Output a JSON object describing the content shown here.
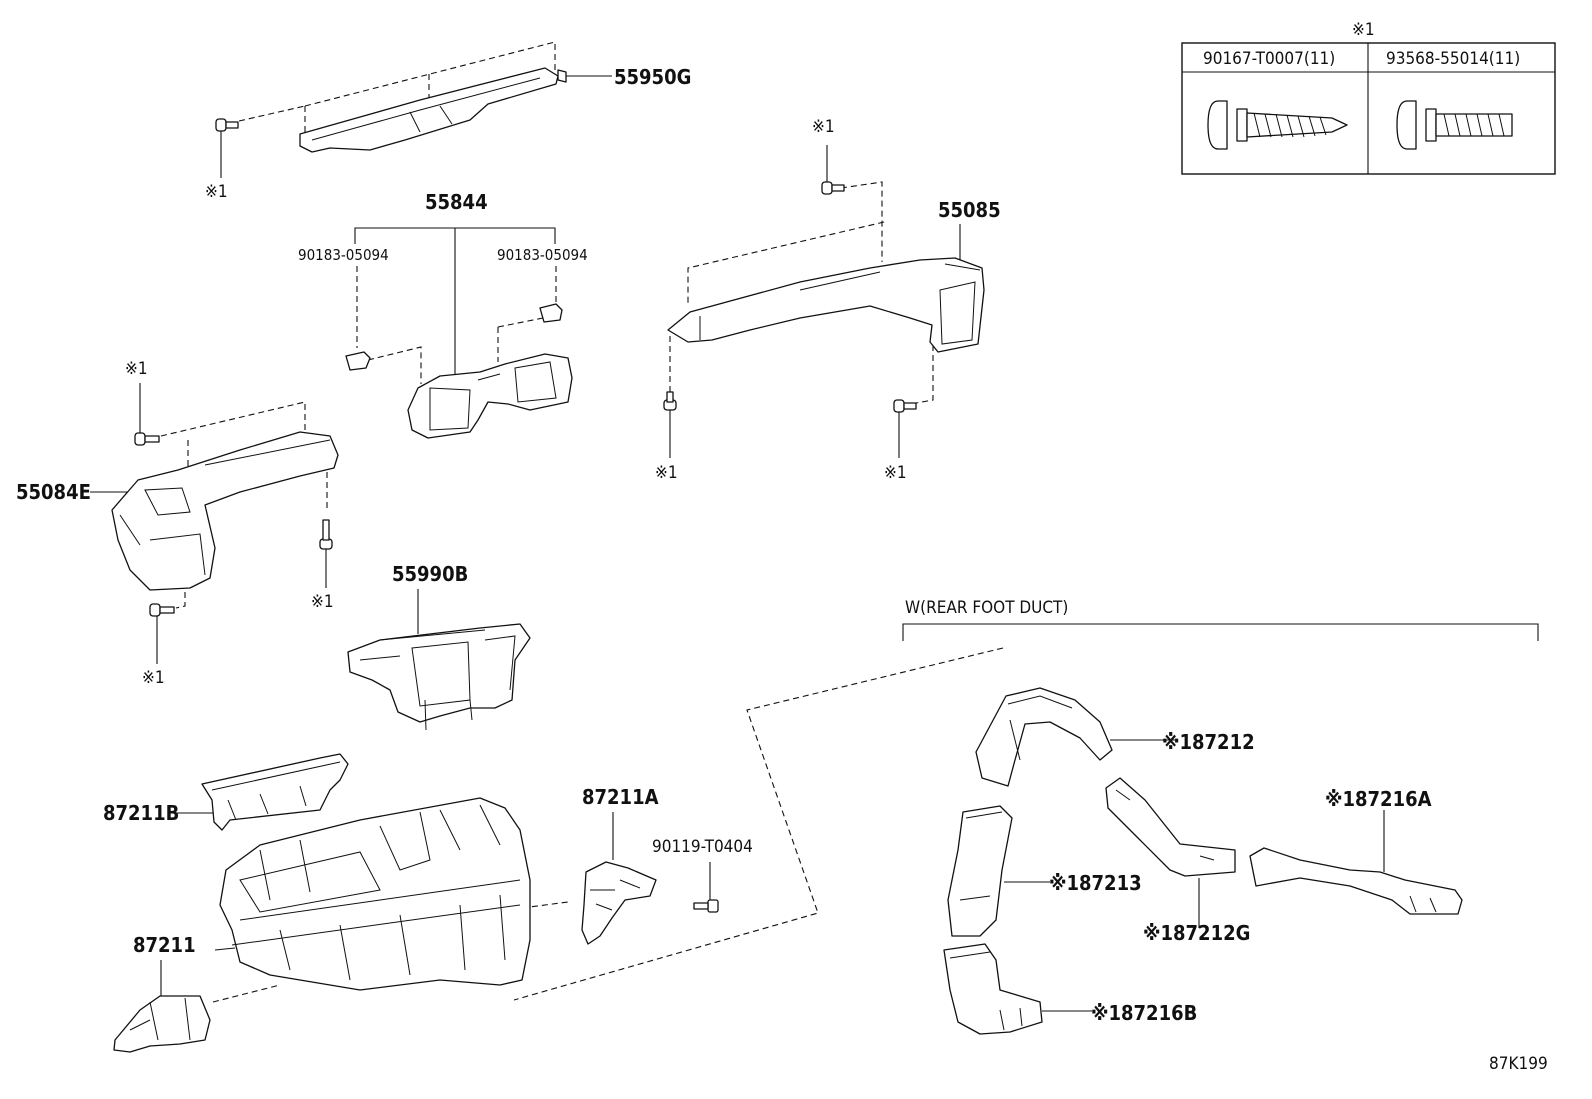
{
  "diagram_code": "87K199",
  "screw_table": {
    "marker": "※1",
    "headers": [
      "90167-T0007(11)",
      "93568-55014(11)"
    ]
  },
  "section_label": "W(REAR FOOT DUCT)",
  "parts": {
    "p55950g": "55950G",
    "p55844": "55844",
    "p90183_left": "90183-05094",
    "p90183_right": "90183-05094",
    "p55085": "55085",
    "p55084e": "55084E",
    "p55990b": "55990B",
    "p87211b": "87211B",
    "p87211a": "87211A",
    "p90119": "90119-T0404",
    "p87211": "87211",
    "p87212": "※187212",
    "p87216a": "※187216A",
    "p87213": "※187213",
    "p87212g": "※187212G",
    "p87216b": "※187216B"
  },
  "markers": {
    "m1": "※1",
    "m2": "※1",
    "m3": "※1",
    "m4": "※1",
    "m5": "※1",
    "m6": "※1",
    "m7": "※1",
    "m8": "※1"
  }
}
